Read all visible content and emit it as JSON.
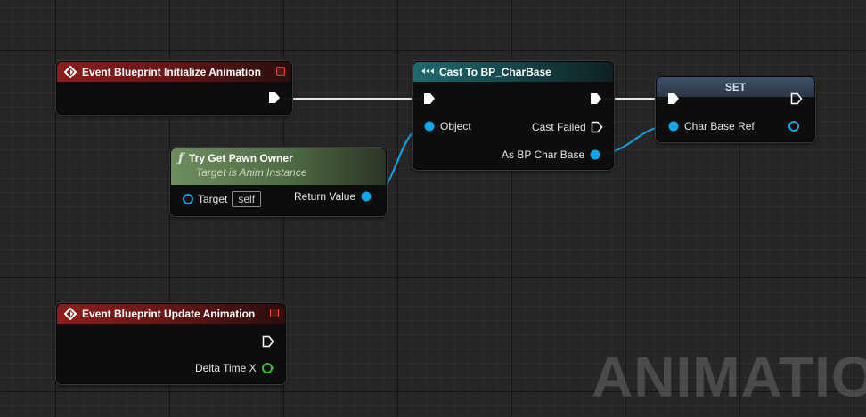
{
  "nodes": {
    "init_event": {
      "title": "Event Blueprint Initialize Animation"
    },
    "try_get_pawn": {
      "title": "Try Get Pawn Owner",
      "subtitle": "Target is Anim Instance",
      "target_label": "Target",
      "target_value": "self",
      "return_label": "Return Value"
    },
    "cast": {
      "title": "Cast To BP_CharBase",
      "object_label": "Object",
      "cast_failed_label": "Cast Failed",
      "as_label": "As BP Char Base"
    },
    "set": {
      "title": "SET",
      "var_label": "Char Base Ref"
    },
    "update_event": {
      "title": "Event Blueprint Update Animation",
      "delta_label": "Delta Time X"
    }
  },
  "watermark": "ANIMATION",
  "colors": {
    "exec": "#ffffff",
    "object_pin": "#0ea5e9",
    "float_pin": "#35c22e",
    "event_header": "#8b1d1d",
    "cast_header": "#1f6a6e",
    "func_header": "#6e8e5e",
    "set_header": "#3d5166"
  }
}
